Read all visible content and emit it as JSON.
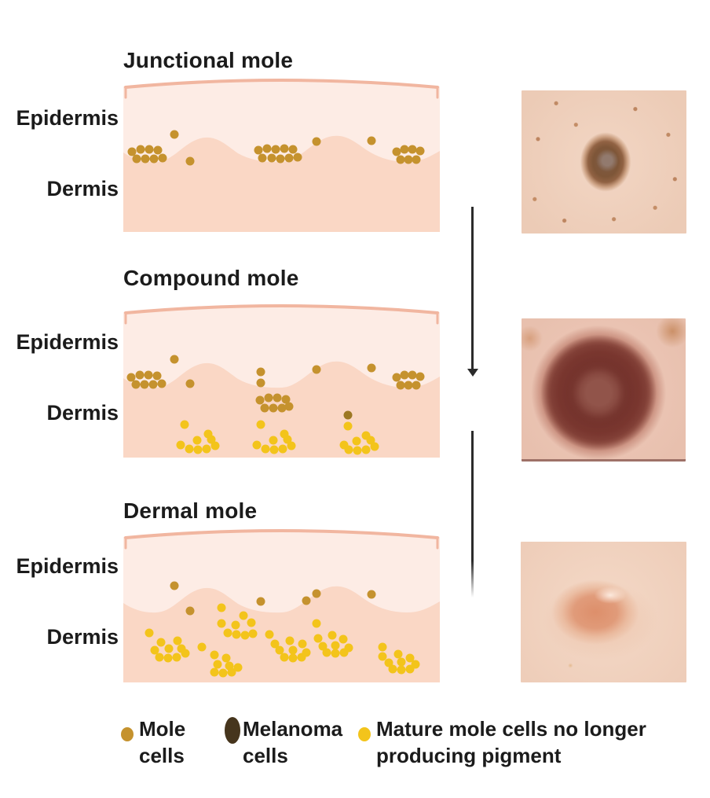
{
  "colors": {
    "epidermis": "#fdece5",
    "dermis": "#fad7c5",
    "skin_outline": "#f1b6a0",
    "mole_cell": "#c5922e",
    "dark_mole_cell": "#9c7823",
    "mature_cell": "#f3c41b",
    "melanoma_cell": "#46351d",
    "text": "#1b1b1b",
    "arrow": "#2b2b2b"
  },
  "panels": [
    {
      "id": "junctional",
      "title": "Junctional mole",
      "labels": {
        "epidermis": "Epidermis",
        "dermis": "Dermis"
      },
      "cells": {
        "brown": [
          [
            11,
            93
          ],
          [
            22,
            90
          ],
          [
            33,
            90
          ],
          [
            44,
            91
          ],
          [
            17,
            102
          ],
          [
            28,
            102
          ],
          [
            39,
            102
          ],
          [
            50,
            101
          ],
          [
            65,
            71
          ],
          [
            85,
            105
          ],
          [
            172,
            91
          ],
          [
            183,
            89
          ],
          [
            194,
            90
          ],
          [
            205,
            89
          ],
          [
            216,
            90
          ],
          [
            177,
            101
          ],
          [
            189,
            101
          ],
          [
            200,
            102
          ],
          [
            211,
            101
          ],
          [
            222,
            100
          ],
          [
            246,
            80
          ],
          [
            316,
            79
          ],
          [
            348,
            93
          ],
          [
            358,
            90
          ],
          [
            368,
            90
          ],
          [
            378,
            92
          ],
          [
            353,
            103
          ],
          [
            363,
            103
          ],
          [
            373,
            103
          ]
        ],
        "dark_brown": [],
        "yellow": []
      }
    },
    {
      "id": "compound",
      "title": "Compound mole",
      "labels": {
        "epidermis": "Epidermis",
        "dermis": "Dermis"
      },
      "cells": {
        "brown": [
          [
            10,
            93
          ],
          [
            21,
            90
          ],
          [
            32,
            90
          ],
          [
            43,
            91
          ],
          [
            16,
            102
          ],
          [
            27,
            102
          ],
          [
            38,
            102
          ],
          [
            49,
            101
          ],
          [
            65,
            70
          ],
          [
            85,
            101
          ],
          [
            175,
            86
          ],
          [
            175,
            100
          ],
          [
            246,
            83
          ],
          [
            316,
            81
          ],
          [
            348,
            93
          ],
          [
            358,
            90
          ],
          [
            368,
            90
          ],
          [
            378,
            92
          ],
          [
            353,
            103
          ],
          [
            363,
            103
          ],
          [
            373,
            103
          ],
          [
            174,
            122
          ],
          [
            185,
            119
          ],
          [
            196,
            119
          ],
          [
            207,
            121
          ],
          [
            180,
            132
          ],
          [
            191,
            132
          ],
          [
            202,
            132
          ],
          [
            211,
            130
          ]
        ],
        "dark_brown": [
          [
            286,
            141
          ]
        ],
        "yellow": [
          [
            78,
            153
          ],
          [
            108,
            165
          ],
          [
            73,
            179
          ],
          [
            94,
            173
          ],
          [
            112,
            172
          ],
          [
            84,
            184
          ],
          [
            95,
            185
          ],
          [
            106,
            184
          ],
          [
            117,
            180
          ],
          [
            175,
            153
          ],
          [
            205,
            165
          ],
          [
            170,
            179
          ],
          [
            191,
            173
          ],
          [
            209,
            172
          ],
          [
            181,
            184
          ],
          [
            192,
            185
          ],
          [
            203,
            184
          ],
          [
            214,
            180
          ],
          [
            286,
            155
          ],
          [
            309,
            167
          ],
          [
            281,
            179
          ],
          [
            297,
            174
          ],
          [
            315,
            173
          ],
          [
            287,
            185
          ],
          [
            298,
            186
          ],
          [
            309,
            185
          ],
          [
            320,
            181
          ]
        ]
      }
    },
    {
      "id": "dermal",
      "title": "Dermal mole",
      "labels": {
        "epidermis": "Epidermis",
        "dermis": "Dermis"
      },
      "cells": {
        "brown": [
          [
            65,
            72
          ],
          [
            85,
            104
          ],
          [
            175,
            92
          ],
          [
            233,
            91
          ],
          [
            246,
            82
          ],
          [
            316,
            83
          ]
        ],
        "dark_brown": [],
        "yellow": [
          [
            125,
            100
          ],
          [
            153,
            110
          ],
          [
            125,
            120
          ],
          [
            143,
            122
          ],
          [
            163,
            119
          ],
          [
            133,
            132
          ],
          [
            144,
            134
          ],
          [
            155,
            135
          ],
          [
            165,
            133
          ],
          [
            33,
            132
          ],
          [
            48,
            144
          ],
          [
            69,
            142
          ],
          [
            40,
            154
          ],
          [
            58,
            152
          ],
          [
            74,
            152
          ],
          [
            46,
            163
          ],
          [
            57,
            164
          ],
          [
            68,
            163
          ],
          [
            79,
            158
          ],
          [
            100,
            150
          ],
          [
            116,
            160
          ],
          [
            131,
            164
          ],
          [
            120,
            172
          ],
          [
            135,
            174
          ],
          [
            116,
            182
          ],
          [
            127,
            183
          ],
          [
            138,
            182
          ],
          [
            146,
            176
          ],
          [
            186,
            134
          ],
          [
            193,
            146
          ],
          [
            212,
            142
          ],
          [
            228,
            146
          ],
          [
            199,
            154
          ],
          [
            216,
            154
          ],
          [
            205,
            163
          ],
          [
            216,
            164
          ],
          [
            227,
            163
          ],
          [
            233,
            157
          ],
          [
            246,
            120
          ],
          [
            248,
            139
          ],
          [
            266,
            135
          ],
          [
            280,
            140
          ],
          [
            254,
            149
          ],
          [
            270,
            148
          ],
          [
            259,
            157
          ],
          [
            270,
            158
          ],
          [
            281,
            157
          ],
          [
            287,
            151
          ],
          [
            330,
            150
          ],
          [
            330,
            162
          ],
          [
            350,
            159
          ],
          [
            365,
            164
          ],
          [
            338,
            170
          ],
          [
            354,
            169
          ],
          [
            343,
            178
          ],
          [
            354,
            179
          ],
          [
            365,
            178
          ],
          [
            372,
            172
          ]
        ]
      }
    }
  ],
  "legend": {
    "items": [
      {
        "id": "mole-cells",
        "shape": "small-dot",
        "label_lines": [
          "Mole",
          "cells"
        ]
      },
      {
        "id": "melanoma-cells",
        "shape": "large-oval",
        "label_lines": [
          "Melanoma",
          "cells"
        ]
      },
      {
        "id": "mature-mole-cells",
        "shape": "small-dot",
        "label_lines": [
          "Mature mole cells no longer",
          "producing pigment"
        ]
      }
    ]
  },
  "photos": [
    {
      "name": "junctional-mole-photo"
    },
    {
      "name": "compound-mole-photo"
    },
    {
      "name": "dermal-mole-photo"
    }
  ],
  "arrows": [
    {
      "name": "arrow-junctional-to-compound",
      "has_head": true
    },
    {
      "name": "arrow-compound-to-dermal",
      "has_head": false
    }
  ]
}
